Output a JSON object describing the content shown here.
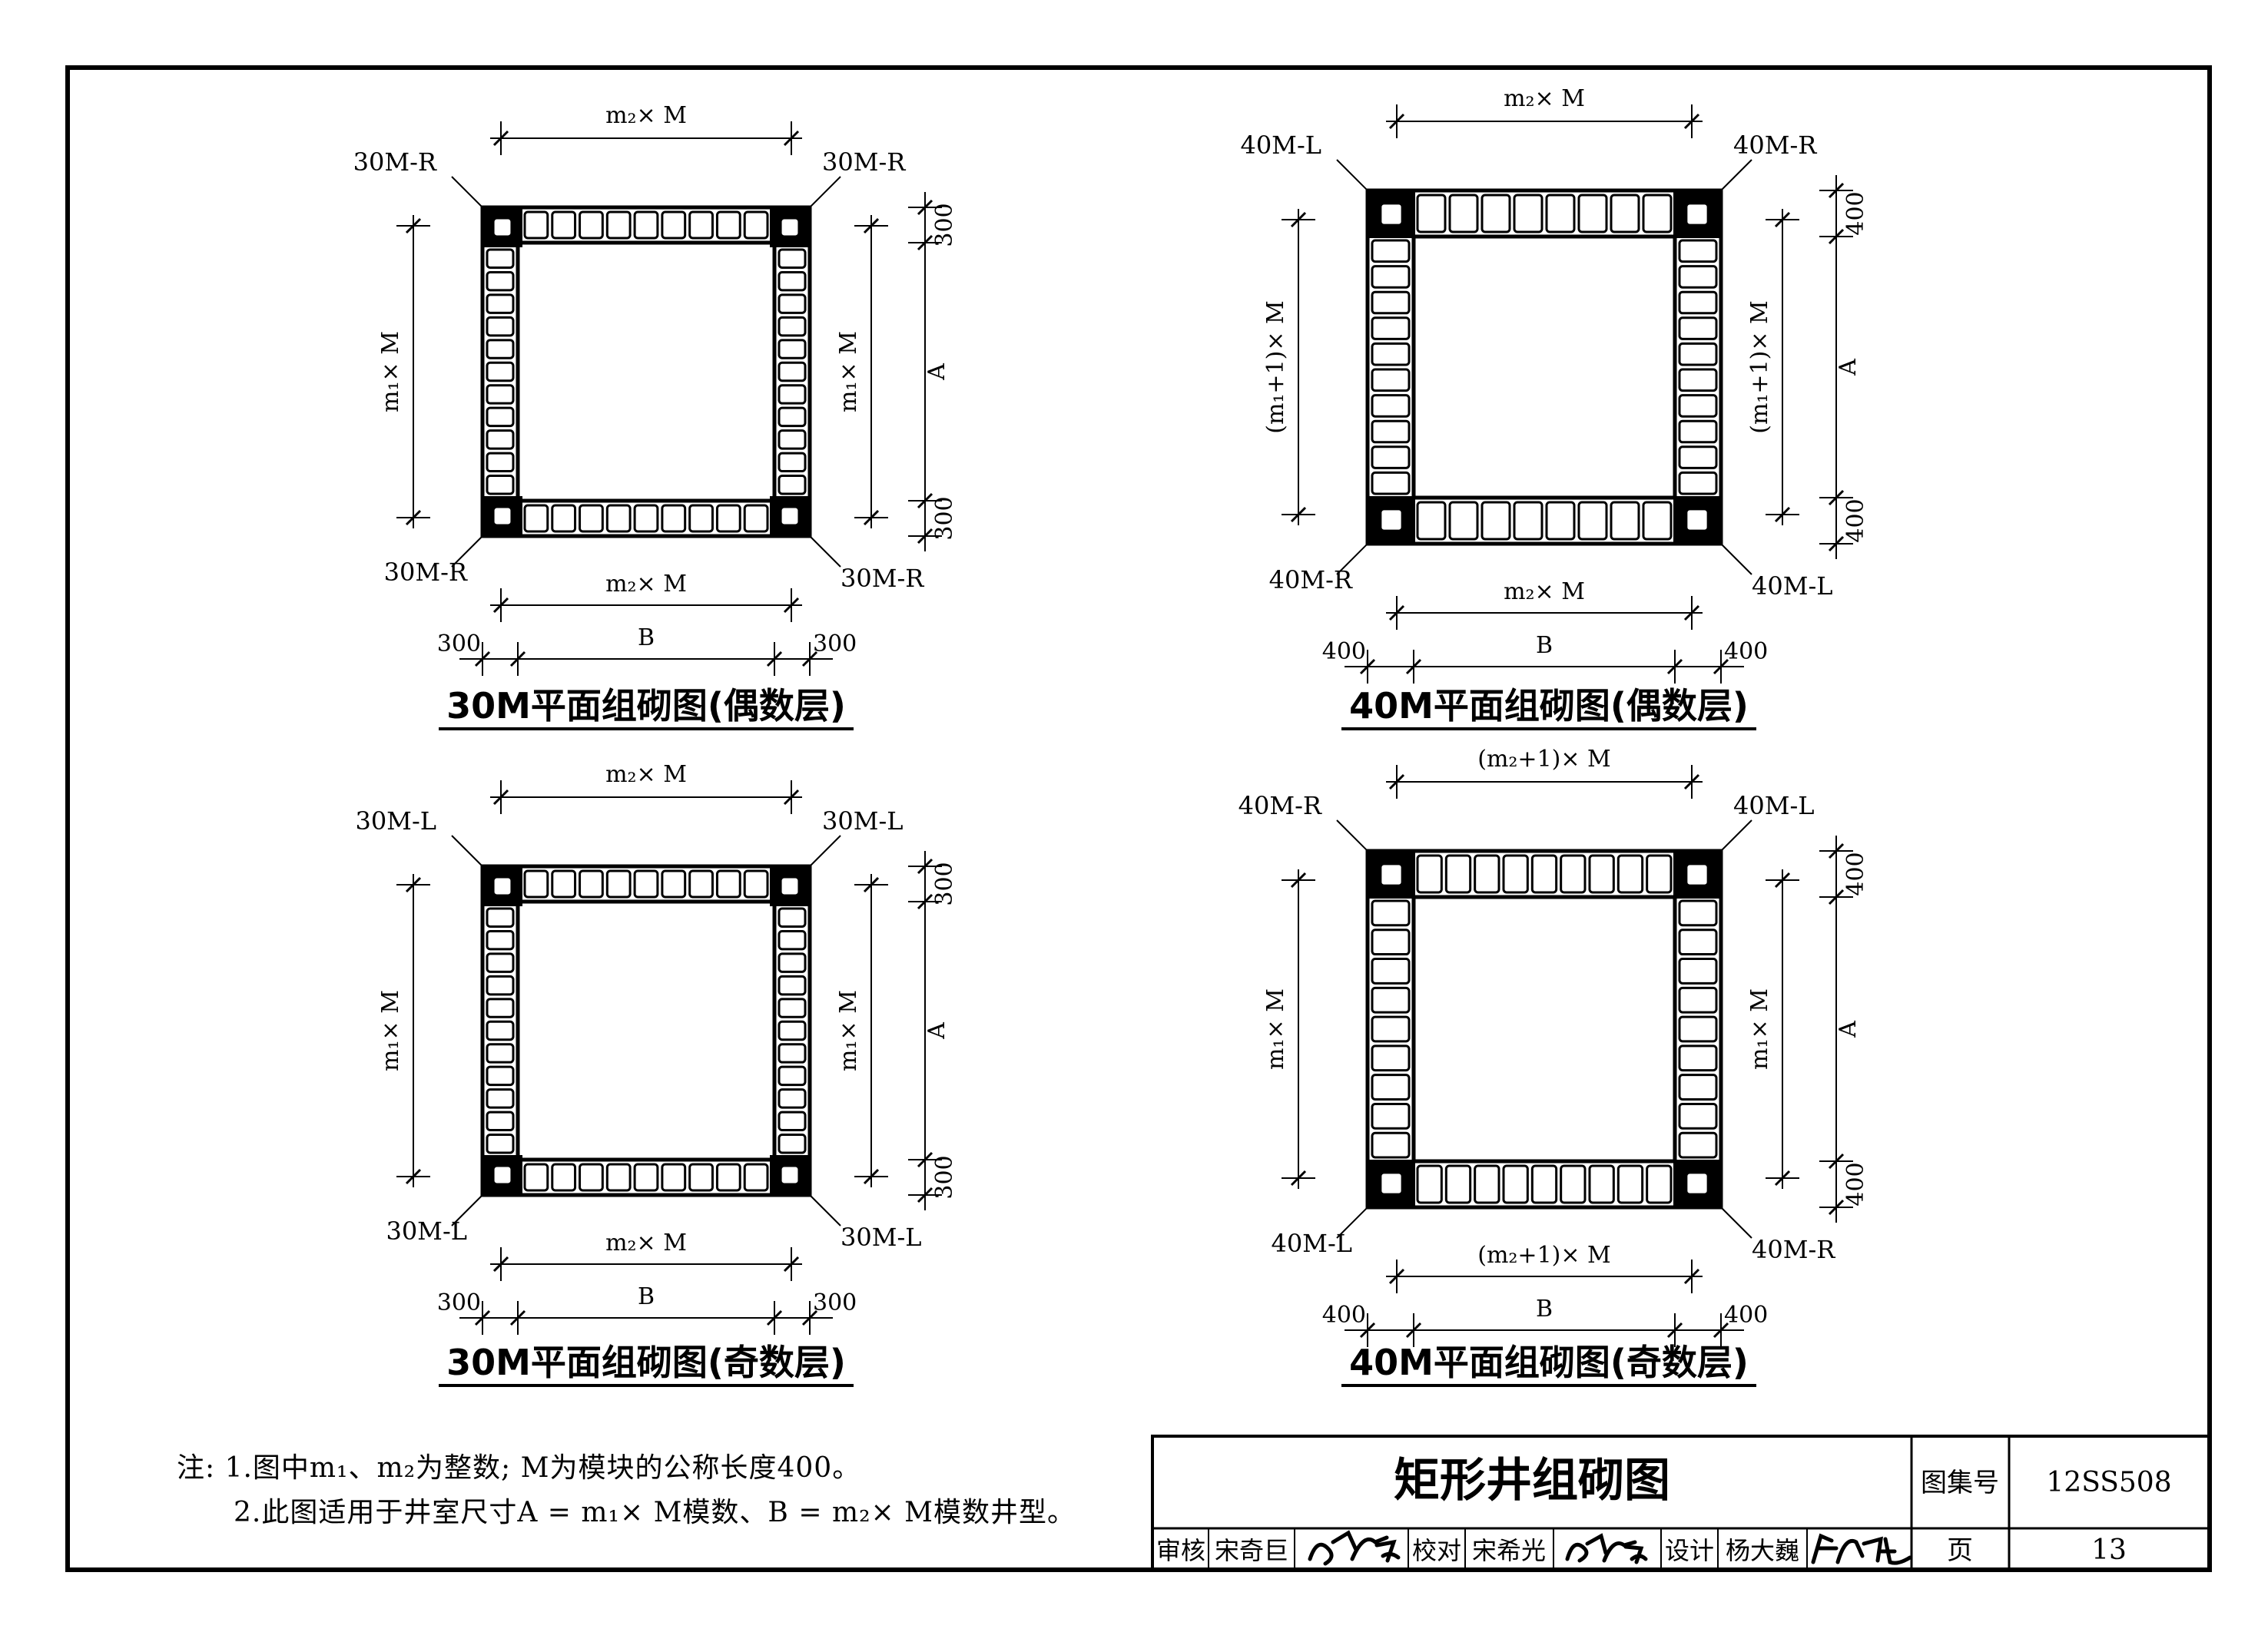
{
  "drawings": [
    {
      "title": "30M平面组砌图(偶数层)",
      "labels": {
        "tl": "30M-R",
        "tr": "30M-R",
        "bl": "30M-R",
        "br": "30M-R"
      },
      "dims": {
        "top": "m₂× M",
        "left": "m₁× M",
        "right_inner": "m₁× M",
        "right_outer": "A",
        "right_top_end": "300",
        "right_bottom_end": "300",
        "bottom_inner": "m₂× M",
        "bottom_outer": "B",
        "bottom_left_end": "300",
        "bottom_right_end": "300"
      }
    },
    {
      "title": "30M平面组砌图(奇数层)",
      "labels": {
        "tl": "30M-L",
        "tr": "30M-L",
        "bl": "30M-L",
        "br": "30M-L"
      },
      "dims": {
        "top": "m₂× M",
        "left": "m₁× M",
        "right_inner": "m₁× M",
        "right_outer": "A",
        "right_top_end": "300",
        "right_bottom_end": "300",
        "bottom_inner": "m₂× M",
        "bottom_outer": "B",
        "bottom_left_end": "300",
        "bottom_right_end": "300"
      }
    },
    {
      "title": "40M平面组砌图(偶数层)",
      "labels": {
        "tl": "40M-L",
        "tr": "40M-R",
        "bl": "40M-R",
        "br": "40M-L"
      },
      "dims": {
        "top": "m₂× M",
        "left": "(m₁+1)× M",
        "right_inner": "(m₁+1)× M",
        "right_outer": "A",
        "right_top_end": "400",
        "right_bottom_end": "400",
        "bottom_inner": "m₂× M",
        "bottom_outer": "B",
        "bottom_left_end": "400",
        "bottom_right_end": "400"
      }
    },
    {
      "title": "40M平面组砌图(奇数层)",
      "labels": {
        "tl": "40M-R",
        "tr": "40M-L",
        "bl": "40M-L",
        "br": "40M-R"
      },
      "dims": {
        "top": "(m₂+1)× M",
        "left": "m₁× M",
        "right_inner": "m₁× M",
        "right_outer": "A",
        "right_top_end": "400",
        "right_bottom_end": "400",
        "bottom_inner": "(m₂+1)× M",
        "bottom_outer": "B",
        "bottom_left_end": "400",
        "bottom_right_end": "400"
      }
    }
  ],
  "notes": {
    "line1": "注: 1.图中m₁、m₂为整数; M为模块的公称长度400。",
    "line2": "2.此图适用于井室尺寸A = m₁× M模数、B = m₂× M模数井型。"
  },
  "title_block": {
    "drawing_title": "矩形井组砌图",
    "atlas_label": "图集号",
    "atlas_no": "12SS508",
    "page_label": "页",
    "page_no": "13",
    "review_label": "审核",
    "reviewer": "宋奇巨",
    "check_label": "校对",
    "checker": "宋希光",
    "design_label": "设计",
    "designer": "杨大巍",
    "sig_reviewer": "宋奇巨",
    "sig_checker": "宋希光",
    "sig_designer": "杨大巍"
  }
}
